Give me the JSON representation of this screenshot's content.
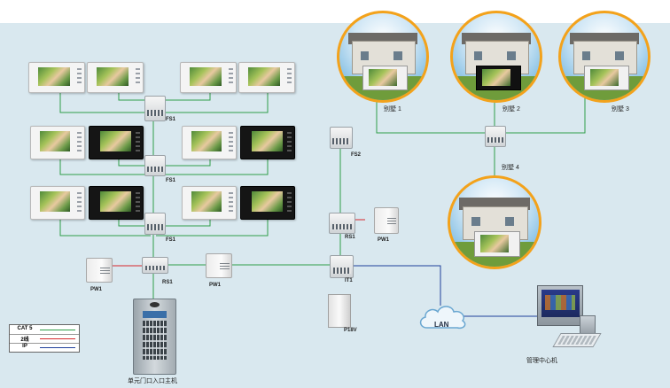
{
  "labels": {
    "fs1_a": "FS1",
    "fs1_b": "FS1",
    "fs1_c": "FS1",
    "fs2": "FS2",
    "rs1_left": "RS1",
    "rs1_right": "RS1",
    "pw1_left": "PW1",
    "pw1_mid": "PW1",
    "pw1_right": "PW1",
    "it1": "IT1",
    "p18v": "P18V",
    "lan": "LAN",
    "villa_1": "别墅 1",
    "villa_2": "别墅 2",
    "villa_3": "别墅 3",
    "villa_4": "别墅 4",
    "door_station": "单元门口入口主机",
    "management_center": "管理中心机"
  },
  "legend": [
    {
      "name": "CAT 5",
      "color": "#2e9e48"
    },
    {
      "name": "2线",
      "color": "#d6262b"
    },
    {
      "name": "IP",
      "color": "#1f3f9b"
    }
  ],
  "colors": {
    "cat5": "#2e9e48",
    "two_wire": "#d6262b",
    "ip": "#1f3f9b",
    "background": "#d9e8ef",
    "villa_ring": "#f3a21b"
  }
}
